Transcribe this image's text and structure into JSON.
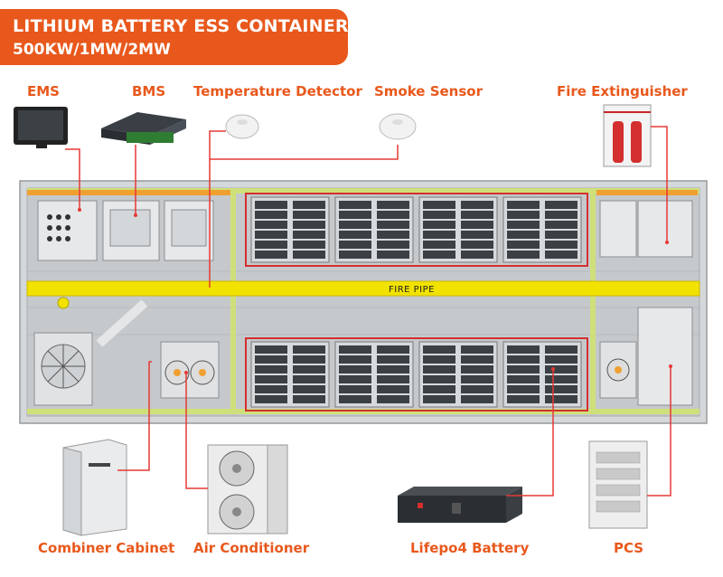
{
  "header": {
    "title": "LITHIUM BATTERY ESS CONTAINER",
    "subtitle": "500KW/1MW/2MW"
  },
  "labels": {
    "ems": "EMS",
    "bms": "BMS",
    "temperature_detector": "Temperature Detector",
    "smoke_sensor": "Smoke Sensor",
    "fire_extinguisher": "Fire Extinguisher",
    "combiner_cabinet": "Combiner Cabinet",
    "air_conditioner": "Air Conditioner",
    "lifepo4_battery": "Lifepo4 Battery",
    "pcs": "PCS",
    "fire_pipe": "FIRE PIPE"
  },
  "colors": {
    "accent": "#e8581c",
    "leader_line": "#e53935",
    "fire_pipe": "#f2e200",
    "container_floor": "#c9cdd0",
    "battery_outline": "#d32f2f"
  }
}
